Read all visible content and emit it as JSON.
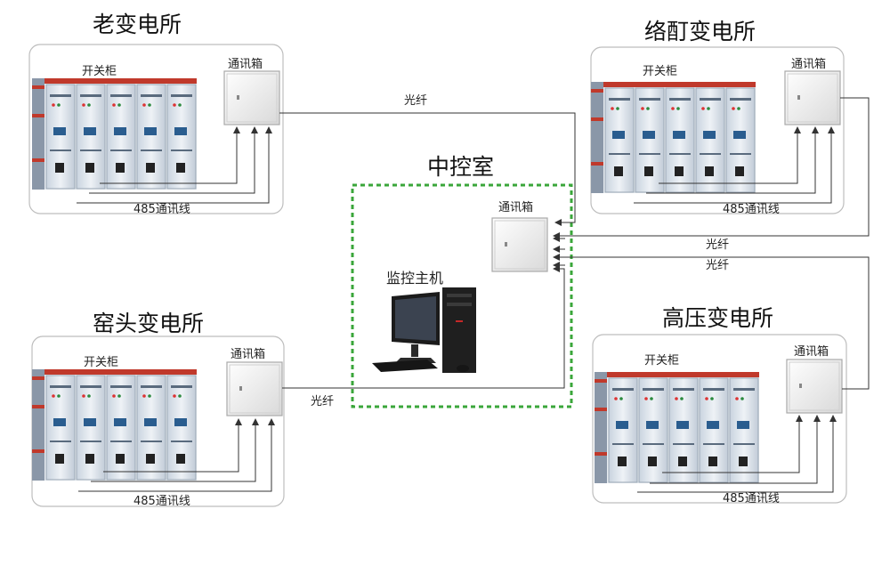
{
  "substations": [
    {
      "id": "lao",
      "title": "老变电所",
      "switchgear": "开关柜",
      "comm_box": "通讯箱",
      "bus": "485通讯线"
    },
    {
      "id": "luo",
      "title": "络酊变电所",
      "switchgear": "开关柜",
      "comm_box": "通讯箱",
      "bus": "485通讯线"
    },
    {
      "id": "yao",
      "title": "窑头变电所",
      "switchgear": "开关柜",
      "comm_box": "通讯箱"
    },
    {
      "id": "gao",
      "title": "高压变电所",
      "switchgear": "开关柜",
      "comm_box": "通讯箱",
      "bus": "485通讯线"
    }
  ],
  "control_room": {
    "title": "中控室",
    "comm_box": "通讯箱",
    "host": "监控主机",
    "accent": "#3aa63a"
  },
  "links": {
    "fiber": "光纤"
  },
  "colors": {
    "panel_body": "#dfe6ee",
    "panel_red": "#c0392b",
    "line": "#333333",
    "frame": "#bdbdbd"
  }
}
